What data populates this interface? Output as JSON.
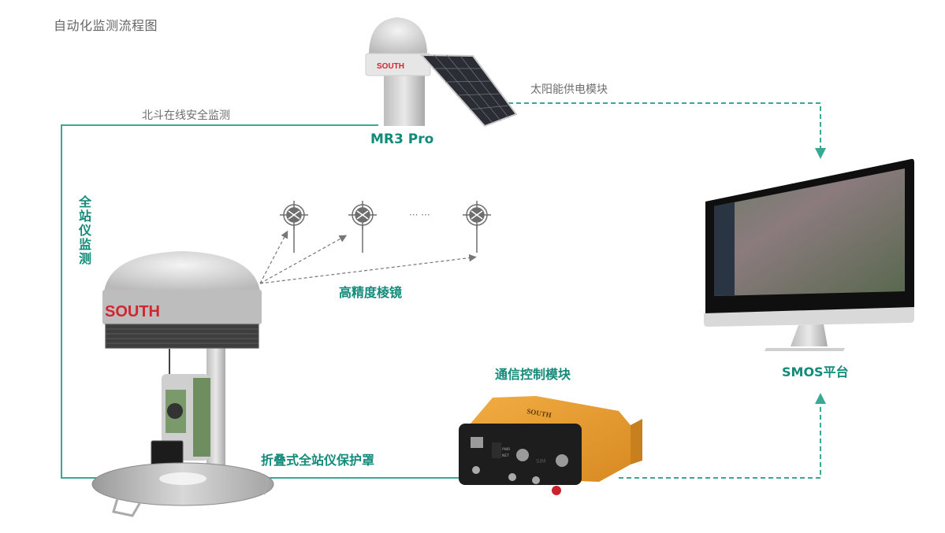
{
  "title": "自动化监测流程图",
  "colors": {
    "teal_line": "#3aa993",
    "teal_text": "#138a7a",
    "gray_text": "#6e6e6e",
    "south_red": "#d2252f",
    "box_orange": "#e5982e"
  },
  "labels": {
    "beidou": "北斗在线安全监测",
    "solar": "太阳能供电模块",
    "mr3": "MR3 Pro",
    "total_station": "全站仪监测",
    "prisms": "高精度棱镜",
    "ellipsis": "··· ···",
    "cover": "折叠式全站仪保护罩",
    "comm": "通信控制模块",
    "smos": "SMOS平台"
  },
  "devices": {
    "mr3_brand": "SOUTH",
    "cover_brand": "SOUTH",
    "comm_brand": "SOUTH",
    "comm_panel": {
      "pwr": "PWR",
      "net": "NET",
      "sim": "SIM"
    }
  },
  "icons": [
    "prism-target-icon",
    "prism-target-icon",
    "prism-target-icon"
  ]
}
